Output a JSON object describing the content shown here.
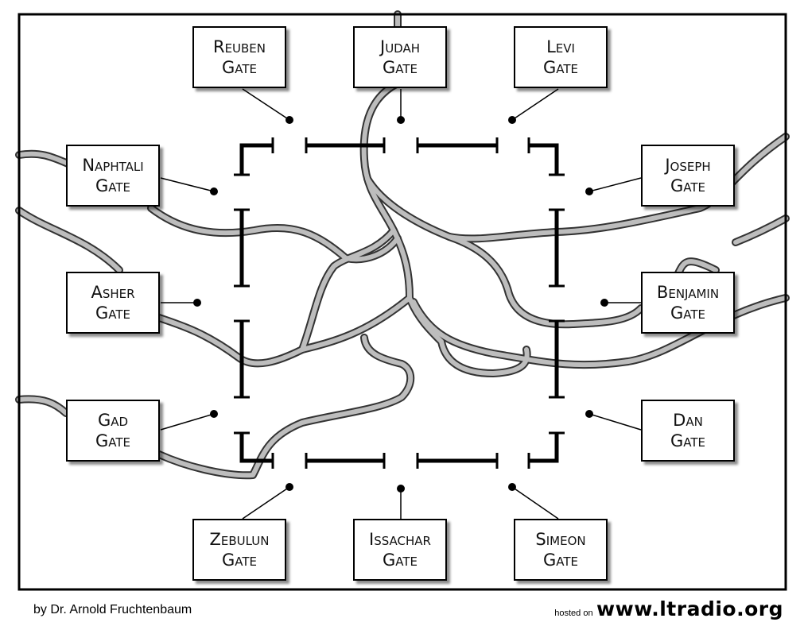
{
  "gates": [
    {
      "id": "reuben",
      "name": "Reuben",
      "word": "Gate"
    },
    {
      "id": "judah",
      "name": "Judah",
      "word": "Gate"
    },
    {
      "id": "levi",
      "name": "Levi",
      "word": "Gate"
    },
    {
      "id": "naphtali",
      "name": "Naphtali",
      "word": "Gate"
    },
    {
      "id": "joseph",
      "name": "Joseph",
      "word": "Gate"
    },
    {
      "id": "asher",
      "name": "Asher",
      "word": "Gate"
    },
    {
      "id": "benjamin",
      "name": "Benjamin",
      "word": "Gate"
    },
    {
      "id": "gad",
      "name": "Gad",
      "word": "Gate"
    },
    {
      "id": "dan",
      "name": "Dan",
      "word": "Gate"
    },
    {
      "id": "zebulun",
      "name": "Zebulun",
      "word": "Gate"
    },
    {
      "id": "issachar",
      "name": "Issachar",
      "word": "Gate"
    },
    {
      "id": "simeon",
      "name": "Simeon",
      "word": "Gate"
    }
  ],
  "footer": {
    "credit": "by Dr. Arnold Fruchtenbaum",
    "hosted_prefix": "hosted on",
    "site": "www.ltradio.org"
  },
  "colors": {
    "river": "#bdbdbd",
    "river_outline": "#333333",
    "wall": "#000000"
  }
}
